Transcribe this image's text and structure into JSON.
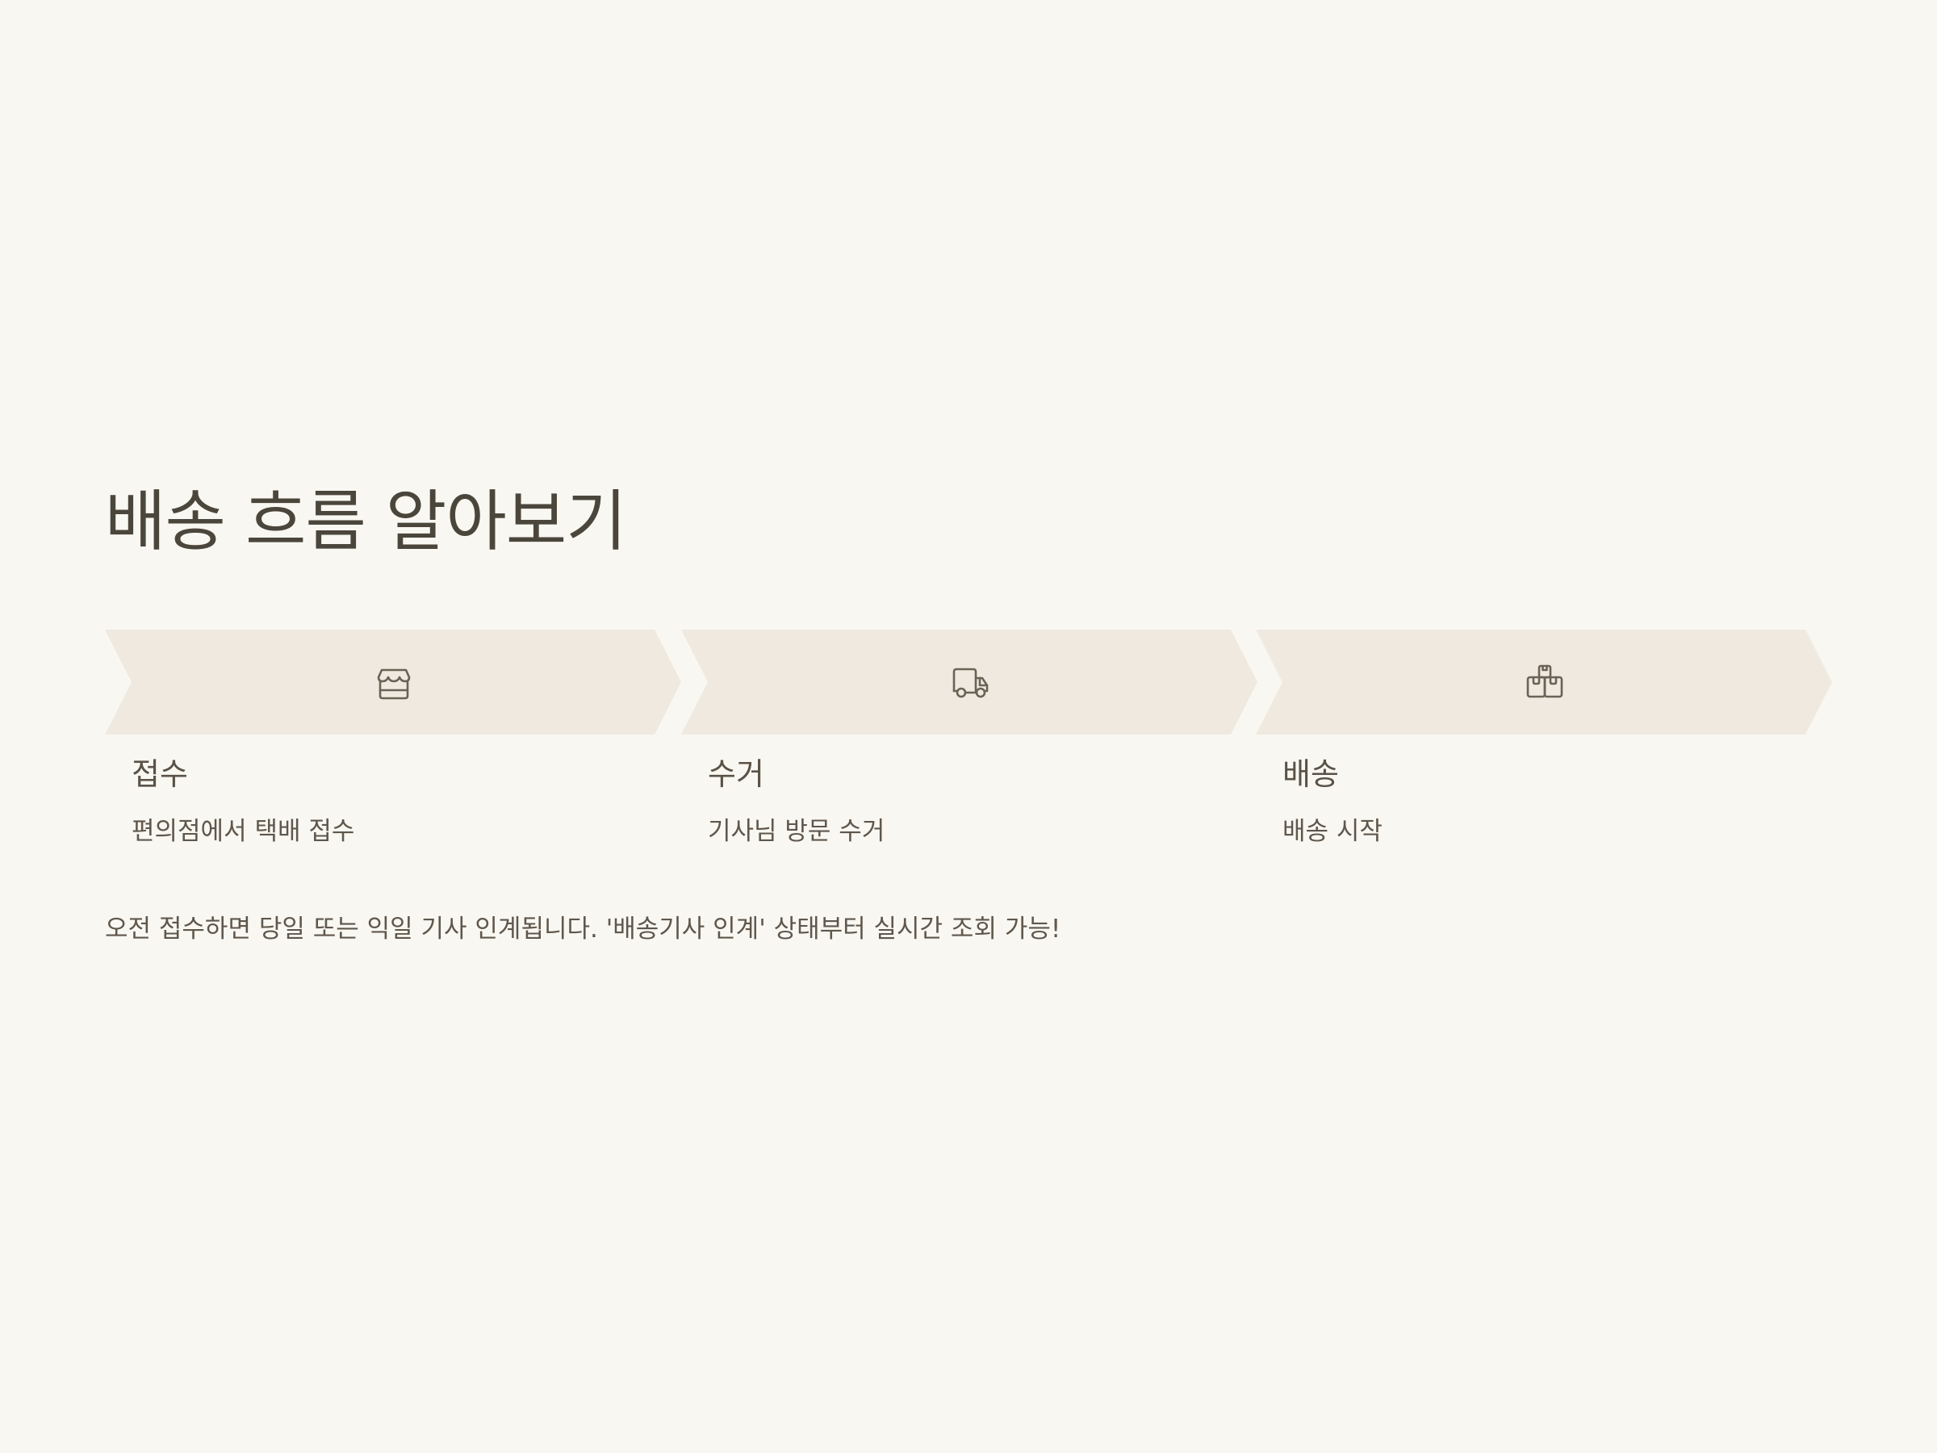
{
  "page": {
    "title": "배송 흐름 알아보기",
    "footnote": "오전 접수하면 당일 또는 익일 기사 인계됩니다. '배송기사 인계' 상태부터 실시간 조회 가능!"
  },
  "theme": {
    "background": "#f9f7f1",
    "chevron_fill": "#f0e9df",
    "text": "#4b463c",
    "icon_stroke": "#6b6255"
  },
  "steps": [
    {
      "label": "접수",
      "description": "편의점에서 택배 접수",
      "icon": "store-icon"
    },
    {
      "label": "수거",
      "description": "기사님 방문 수거",
      "icon": "truck-icon"
    },
    {
      "label": "배송",
      "description": "배송 시작",
      "icon": "boxes-icon"
    }
  ]
}
